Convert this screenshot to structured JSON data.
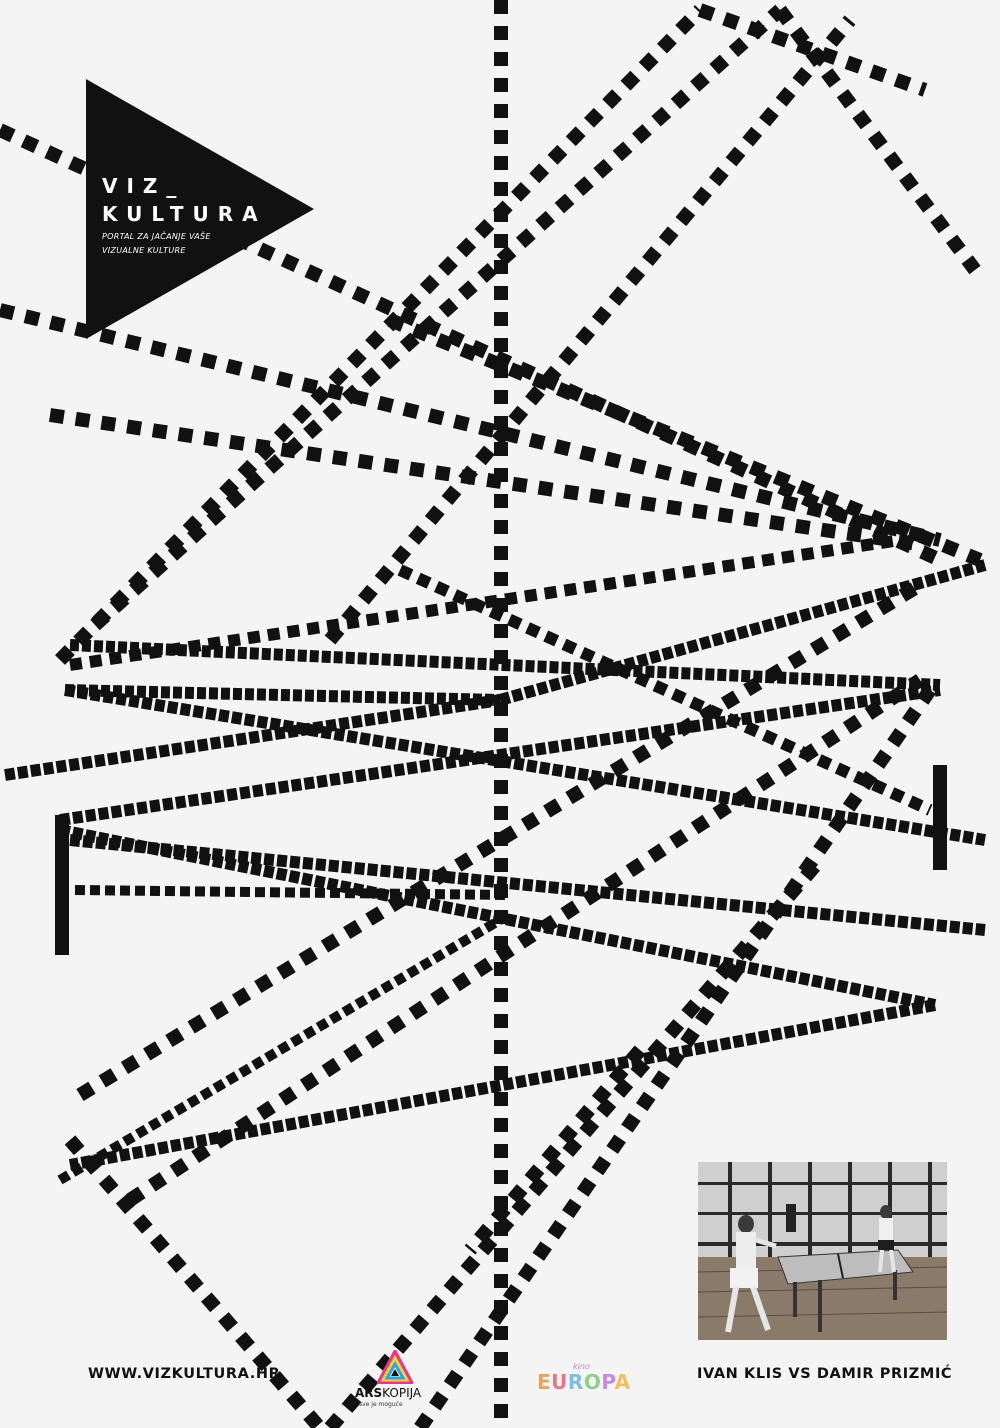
{
  "logo": {
    "line1": "VIZ_",
    "line2": "KULTURA",
    "tagline1": "PORTAL ZA JAČANJE VAŠE",
    "tagline2": "VIZUALNE KULTURE"
  },
  "footer": {
    "website": "WWW.VIZKULTURA.HR",
    "match_title": "IVAN KLIS VS DAMIR PRIZMIĆ"
  },
  "sponsors": {
    "ars": {
      "bold": "ARS",
      "light": "KOPIJA",
      "slogan": "sve je moguće"
    },
    "kino": {
      "small": "kino",
      "name": "EUROPA"
    }
  },
  "colors": {
    "background": "#f4f4f4",
    "ink": "#111111",
    "kino_letters": [
      "#e8a35c",
      "#e07a8a",
      "#7fbde0",
      "#8fd08a",
      "#c48ae0",
      "#f0c060"
    ]
  }
}
